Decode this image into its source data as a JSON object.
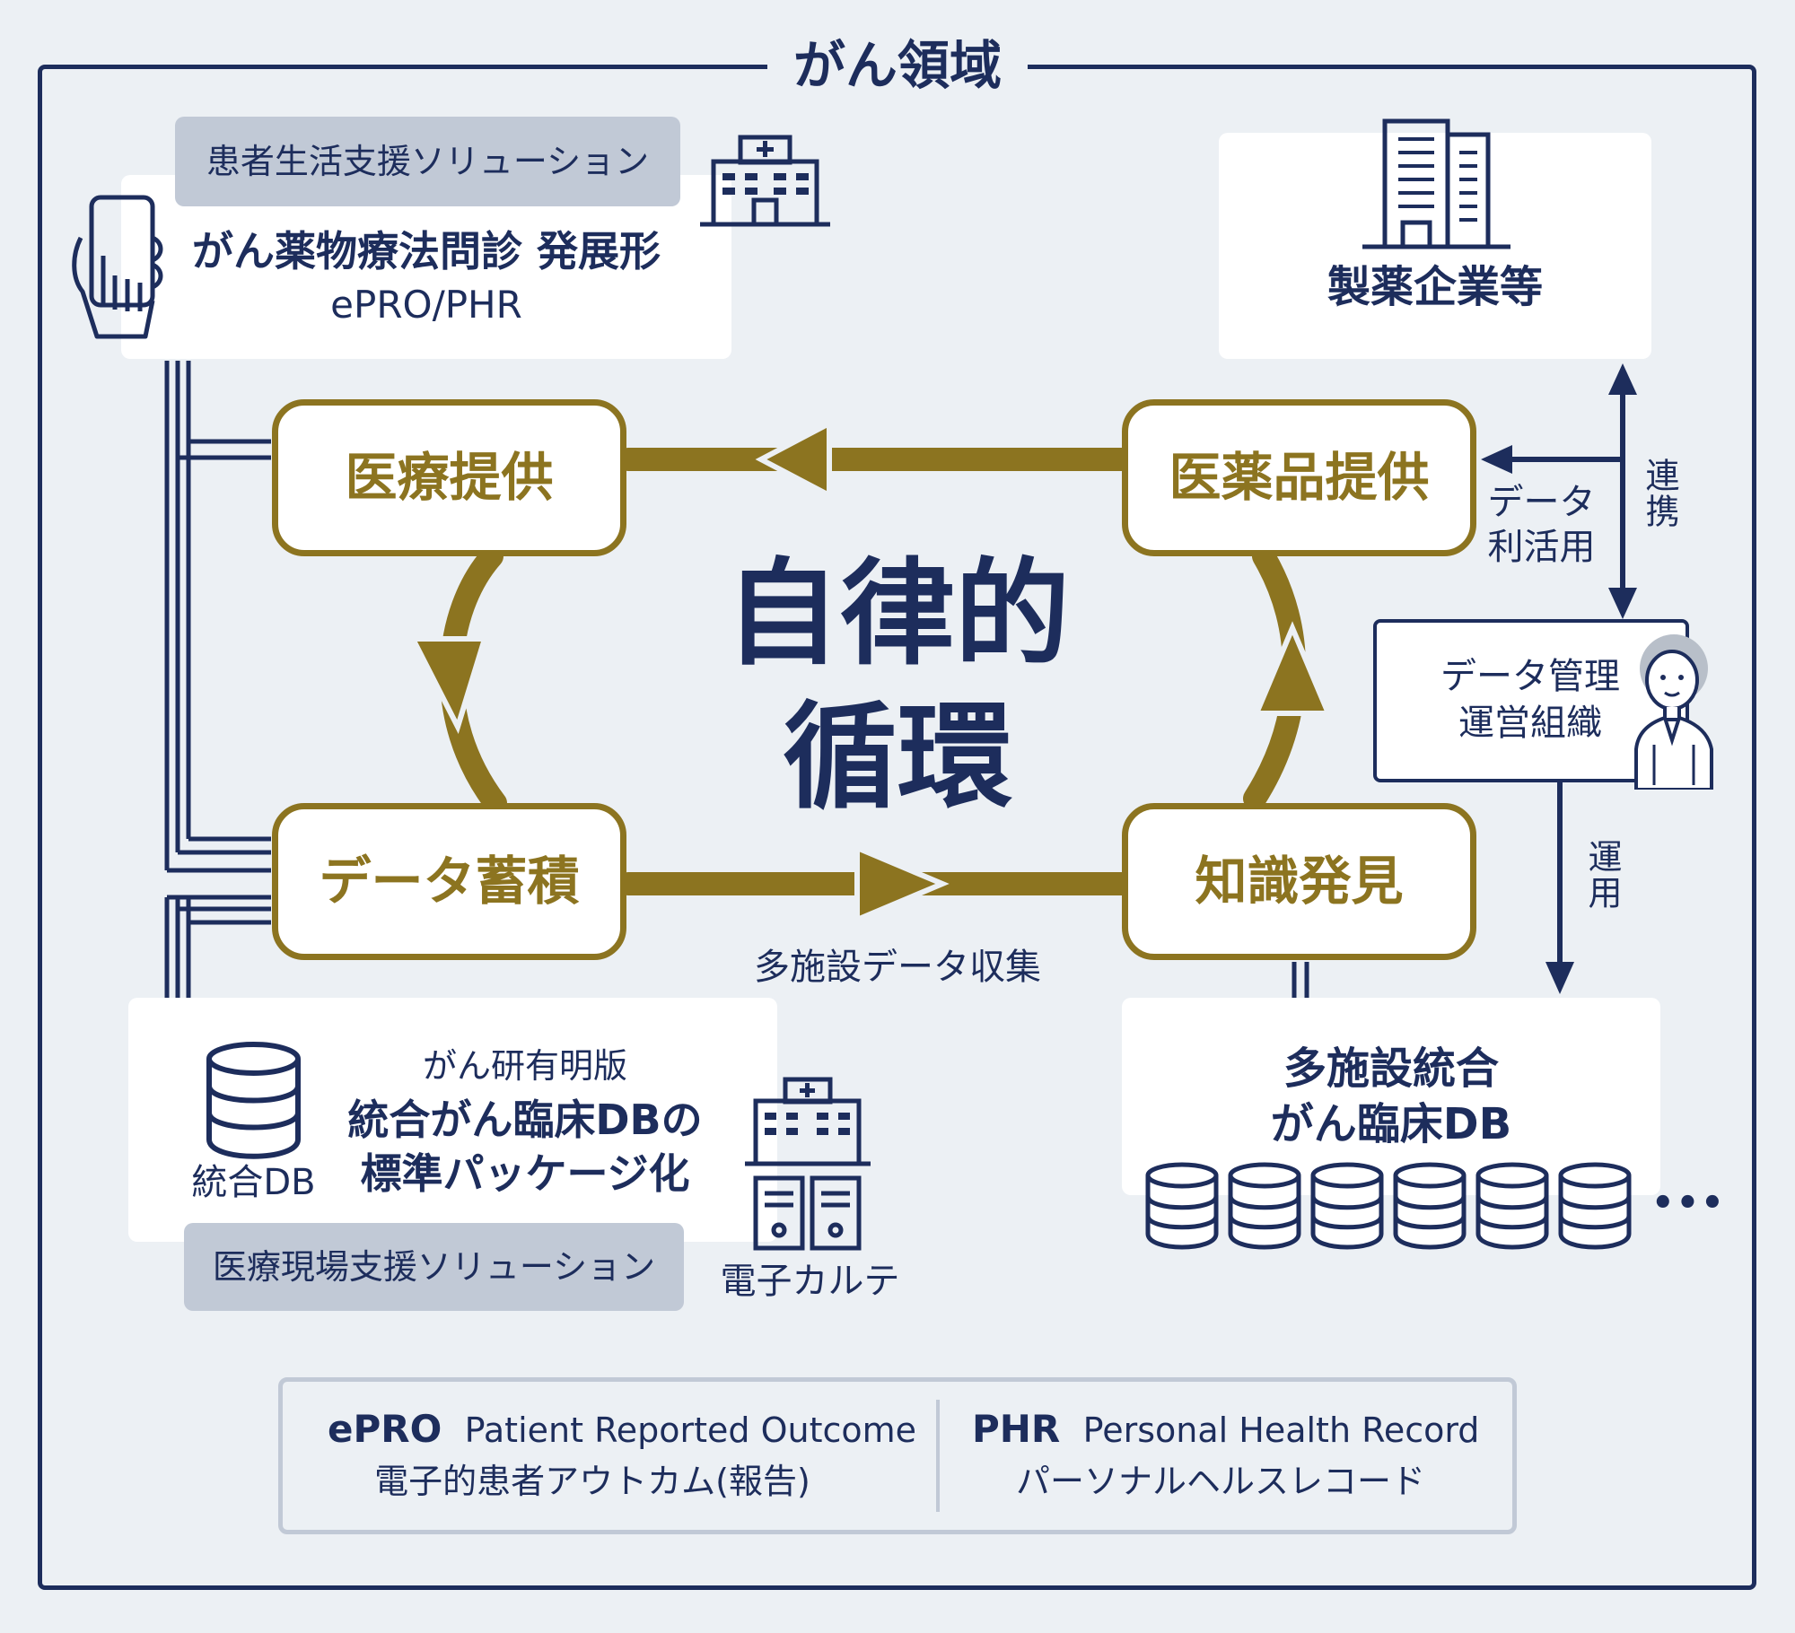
{
  "region": {
    "title": "がん領域"
  },
  "patient": {
    "label": "患者生活支援ソリューション",
    "line1": "がん薬物療法問診 発展形",
    "line2": "ePRO/PHR"
  },
  "pharma": {
    "label": "製薬企業等"
  },
  "cycle": {
    "medical": "医療提供",
    "drug": "医薬品提供",
    "storage": "データ蓄積",
    "discovery": "知識発見",
    "center1": "自律的",
    "center2": "循環",
    "collect": "多施設データ収集"
  },
  "links": {
    "data_use1": "データ",
    "data_use2": "利活用",
    "cooperate": "連携",
    "operate": "運用"
  },
  "org": {
    "line1": "データ管理",
    "line2": "運営組織"
  },
  "hospital_db": {
    "label": "医療現場支援ソリューション",
    "sub": "がん研有明版",
    "line1": "統合がん臨床DBの",
    "line2": "標準パッケージ化",
    "db_label": "統合DB",
    "emr_label": "電子カルテ"
  },
  "multi_db": {
    "line1": "多施設統合",
    "line2": "がん臨床DB",
    "more": "•••"
  },
  "legend": {
    "epro_abbr": "ePRO",
    "epro_full": "Patient Reported Outcome",
    "epro_ja": "電子的患者アウトカム(報告)",
    "phr_abbr": "PHR",
    "phr_full": "Personal Health Record",
    "phr_ja": "パーソナルヘルスレコード"
  },
  "colors": {
    "navy": "#1d2d5c",
    "gold": "#8c7420",
    "background": "#ecf0f4",
    "label_gray": "#c1c9d6"
  },
  "icons": [
    "hospital-icon",
    "smartphone-hand-icon",
    "office-building-icon",
    "database-icon",
    "emr-server-icon",
    "person-icon"
  ]
}
